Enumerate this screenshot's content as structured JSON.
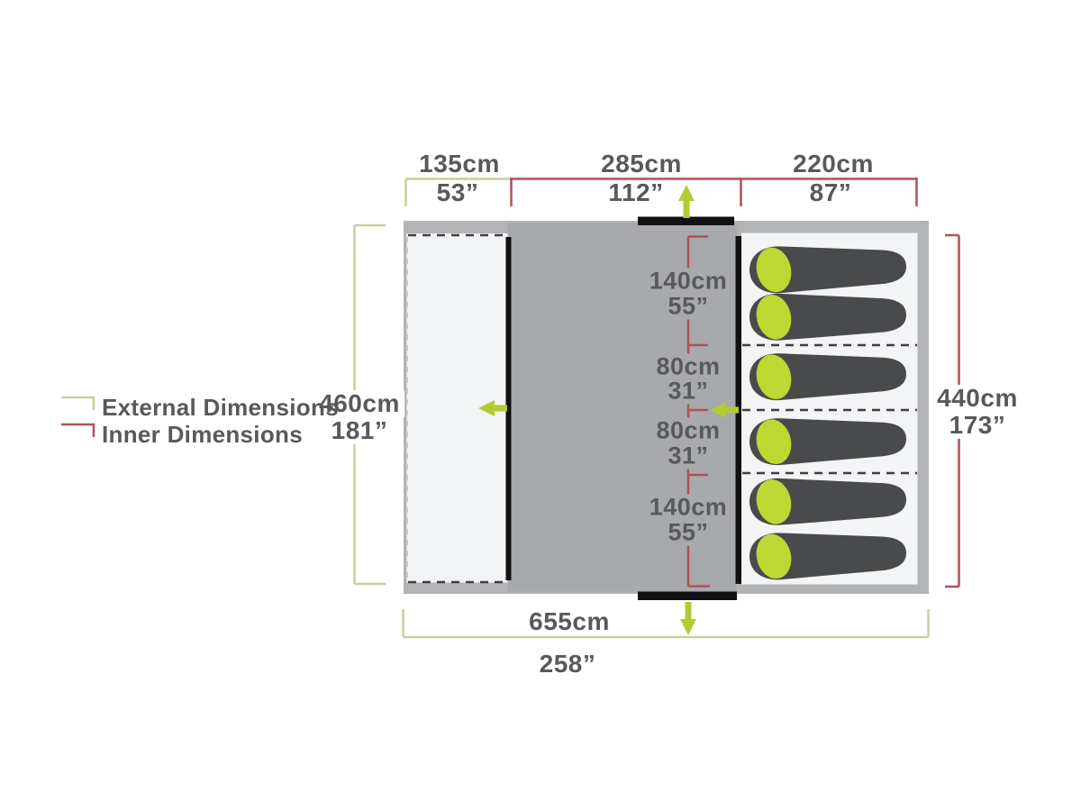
{
  "legend": {
    "external": "External Dimensions",
    "inner": "Inner Dimensions"
  },
  "dims": {
    "top": [
      {
        "cm": "135cm",
        "inch": "53”"
      },
      {
        "cm": "285cm",
        "inch": "112”"
      },
      {
        "cm": "220cm",
        "inch": "87”"
      }
    ],
    "left": {
      "cm": "460cm",
      "inch": "181”"
    },
    "right": {
      "cm": "440cm",
      "inch": "173”"
    },
    "bottom": {
      "cm": "655cm",
      "inch": "258”"
    },
    "inner": [
      {
        "cm": "140cm",
        "inch": "55”"
      },
      {
        "cm": "80cm",
        "inch": "31”"
      },
      {
        "cm": "80cm",
        "inch": "31”"
      },
      {
        "cm": "140cm",
        "inch": "55”"
      }
    ]
  },
  "sleeping_bag_count": 6,
  "colors": {
    "external_dimension_line": "#c9cf99",
    "inner_dimension_line": "#b15058",
    "arrow_green": "#b2cb33",
    "text": "#58595b",
    "tent_outline": "#b2b4b6",
    "living_area": "#a7a9ac",
    "inner_floor": "#f3f4f5",
    "sleeping_bag_body": "#494a4c",
    "sleeping_bag_pillow": "#bdd733",
    "door_bar": "#111111"
  }
}
